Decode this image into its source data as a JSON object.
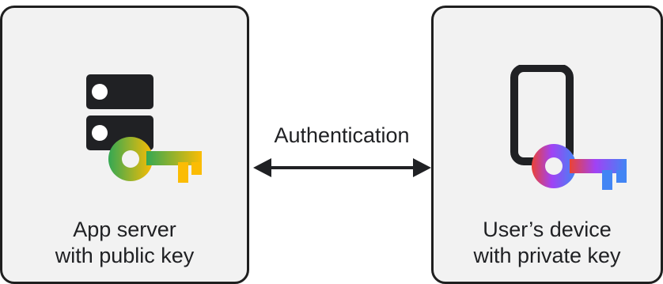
{
  "server_panel": {
    "title_line1": "App server",
    "title_line2": "with public key"
  },
  "device_panel": {
    "title_line1": "User’s device",
    "title_line2": "with private key"
  },
  "connector": {
    "label": "Authentication",
    "direction": "bidirectional"
  },
  "icons": {
    "server": "server-stack-icon",
    "public_key": "public-key-icon",
    "phone": "smartphone-icon",
    "private_key": "private-key-icon"
  },
  "colors": {
    "outline": "#1f1f1f",
    "panel_fill": "#f2f2f2",
    "public_key_gradient": [
      "#34a853",
      "#fbbc04"
    ],
    "private_key_gradient": [
      "#ea4335",
      "#a142f4",
      "#4285f4"
    ]
  }
}
